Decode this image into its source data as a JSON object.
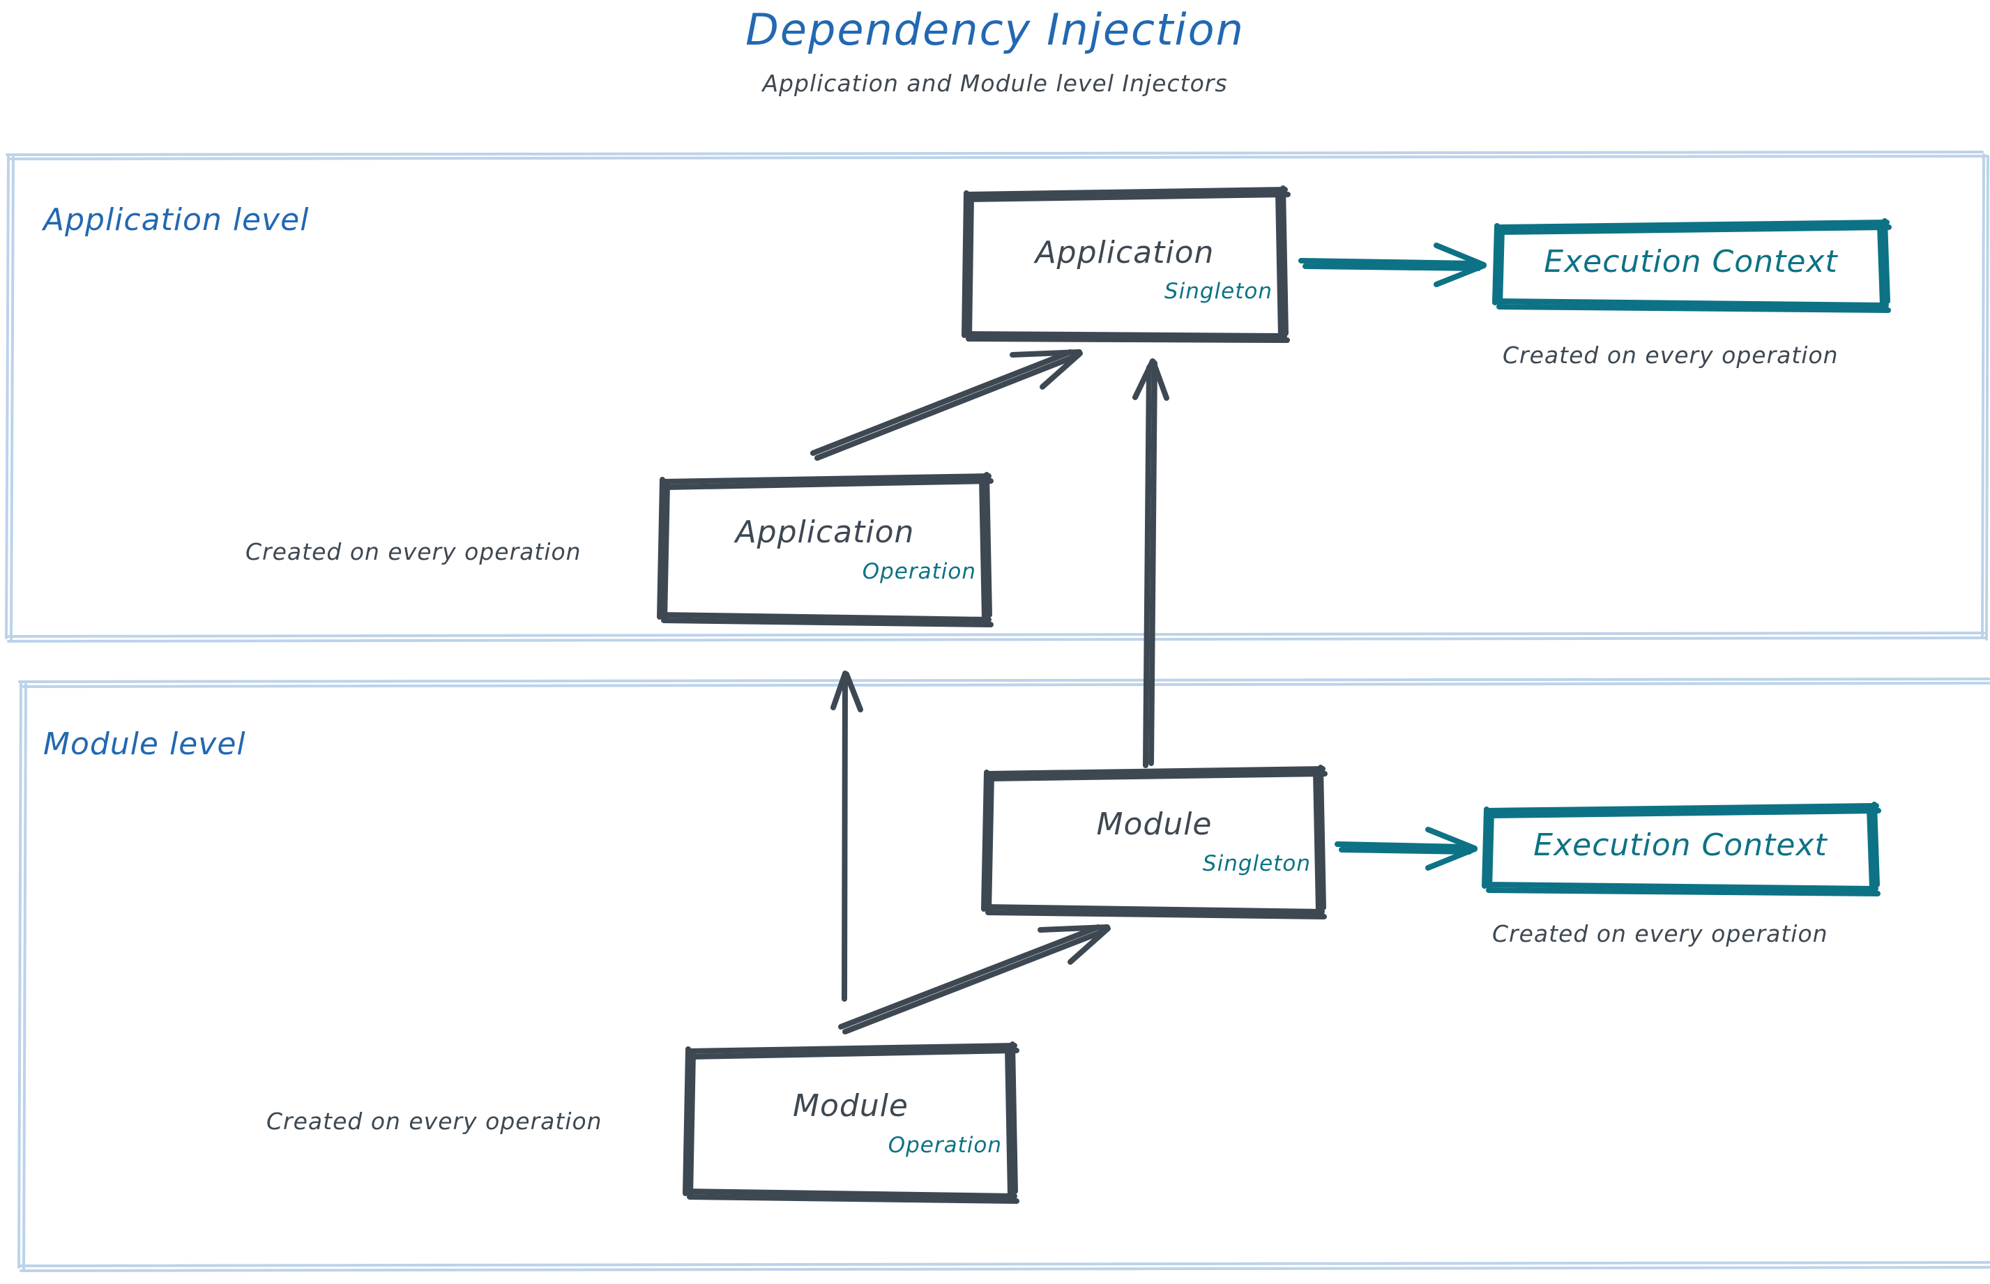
{
  "header": {
    "title": "Dependency Injection",
    "subtitle": "Application and Module level Injectors"
  },
  "colors": {
    "title_blue": "#2268b2",
    "panel_border": "#bcd3ea",
    "node_stroke": "#3d4852",
    "teal": "#0d7285",
    "note_text": "#3d4852",
    "background": "#ffffff"
  },
  "panels": [
    {
      "id": "application-level",
      "label": "Application level"
    },
    {
      "id": "module-level",
      "label": "Module level"
    }
  ],
  "nodes": [
    {
      "id": "app-singleton",
      "title": "Application",
      "scope": "Singleton",
      "panel": "application-level"
    },
    {
      "id": "app-operation",
      "title": "Application",
      "scope": "Operation",
      "panel": "application-level"
    },
    {
      "id": "mod-singleton",
      "title": "Module",
      "scope": "Singleton",
      "panel": "module-level"
    },
    {
      "id": "mod-operation",
      "title": "Module",
      "scope": "Operation",
      "panel": "module-level"
    }
  ],
  "execution_contexts": [
    {
      "id": "exec-ctx-app",
      "label": "Execution Context",
      "note": "Created on every operation",
      "panel": "application-level"
    },
    {
      "id": "exec-ctx-mod",
      "label": "Execution Context",
      "note": "Created on every operation",
      "panel": "module-level"
    }
  ],
  "notes": [
    {
      "id": "note-app-op",
      "text": "Created on every operation"
    },
    {
      "id": "note-mod-op",
      "text": "Created on every operation"
    }
  ],
  "connections": [
    {
      "id": "app-singleton-to-exec-ctx",
      "from": "app-singleton",
      "to": "exec-ctx-app",
      "style": "teal-arrow"
    },
    {
      "id": "app-operation-to-app-singleton",
      "from": "app-operation",
      "to": "app-singleton",
      "style": "dark-arrow"
    },
    {
      "id": "mod-singleton-to-app-singleton",
      "from": "mod-singleton",
      "to": "app-singleton",
      "style": "dark-arrow"
    },
    {
      "id": "mod-singleton-to-exec-ctx",
      "from": "mod-singleton",
      "to": "exec-ctx-mod",
      "style": "teal-arrow"
    },
    {
      "id": "mod-operation-to-mod-singleton",
      "from": "mod-operation",
      "to": "mod-singleton",
      "style": "dark-arrow"
    },
    {
      "id": "mod-operation-to-app-operation",
      "from": "mod-operation",
      "to": "app-operation",
      "style": "dark-arrow"
    }
  ]
}
